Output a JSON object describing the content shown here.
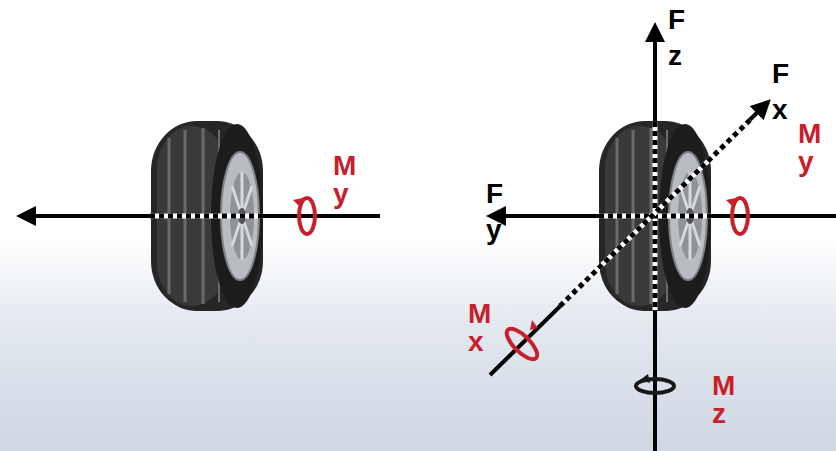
{
  "diagram": {
    "labels": [
      "M y",
      "F z",
      "F x",
      "F y",
      "M y",
      "M x",
      "M z"
    ]
  }
}
